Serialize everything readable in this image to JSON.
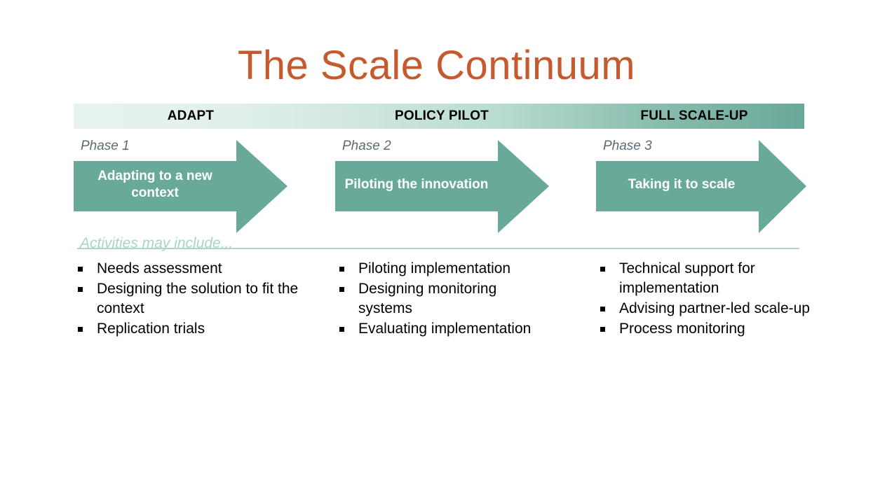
{
  "slide": {
    "title": "The Scale Continuum",
    "title_color": "#c65a2f",
    "accent_teal": "#69a99a",
    "accent_teal_light": "#a9d4c9",
    "phase_label_color": "#5e6a73"
  },
  "header": {
    "columns": [
      {
        "label": "ADAPT"
      },
      {
        "label": "POLICY PILOT"
      },
      {
        "label": "FULL SCALE-UP"
      }
    ]
  },
  "phases": [
    {
      "phase_label": "Phase 1",
      "arrow_text": "Adapting to a new context"
    },
    {
      "phase_label": "Phase 2",
      "arrow_text": "Piloting the innovation"
    },
    {
      "phase_label": "Phase 3",
      "arrow_text": "Taking it to scale"
    }
  ],
  "activities": {
    "heading": "Activities may include...",
    "columns": [
      {
        "items": [
          "Needs assessment",
          "Designing the solution to fit the context",
          "Replication trials"
        ]
      },
      {
        "items": [
          "Piloting implementation",
          "Designing monitoring systems",
          "Evaluating implementation"
        ]
      },
      {
        "items": [
          "Technical support for implementation",
          "Advising partner-led scale-up",
          "Process monitoring"
        ]
      }
    ]
  }
}
